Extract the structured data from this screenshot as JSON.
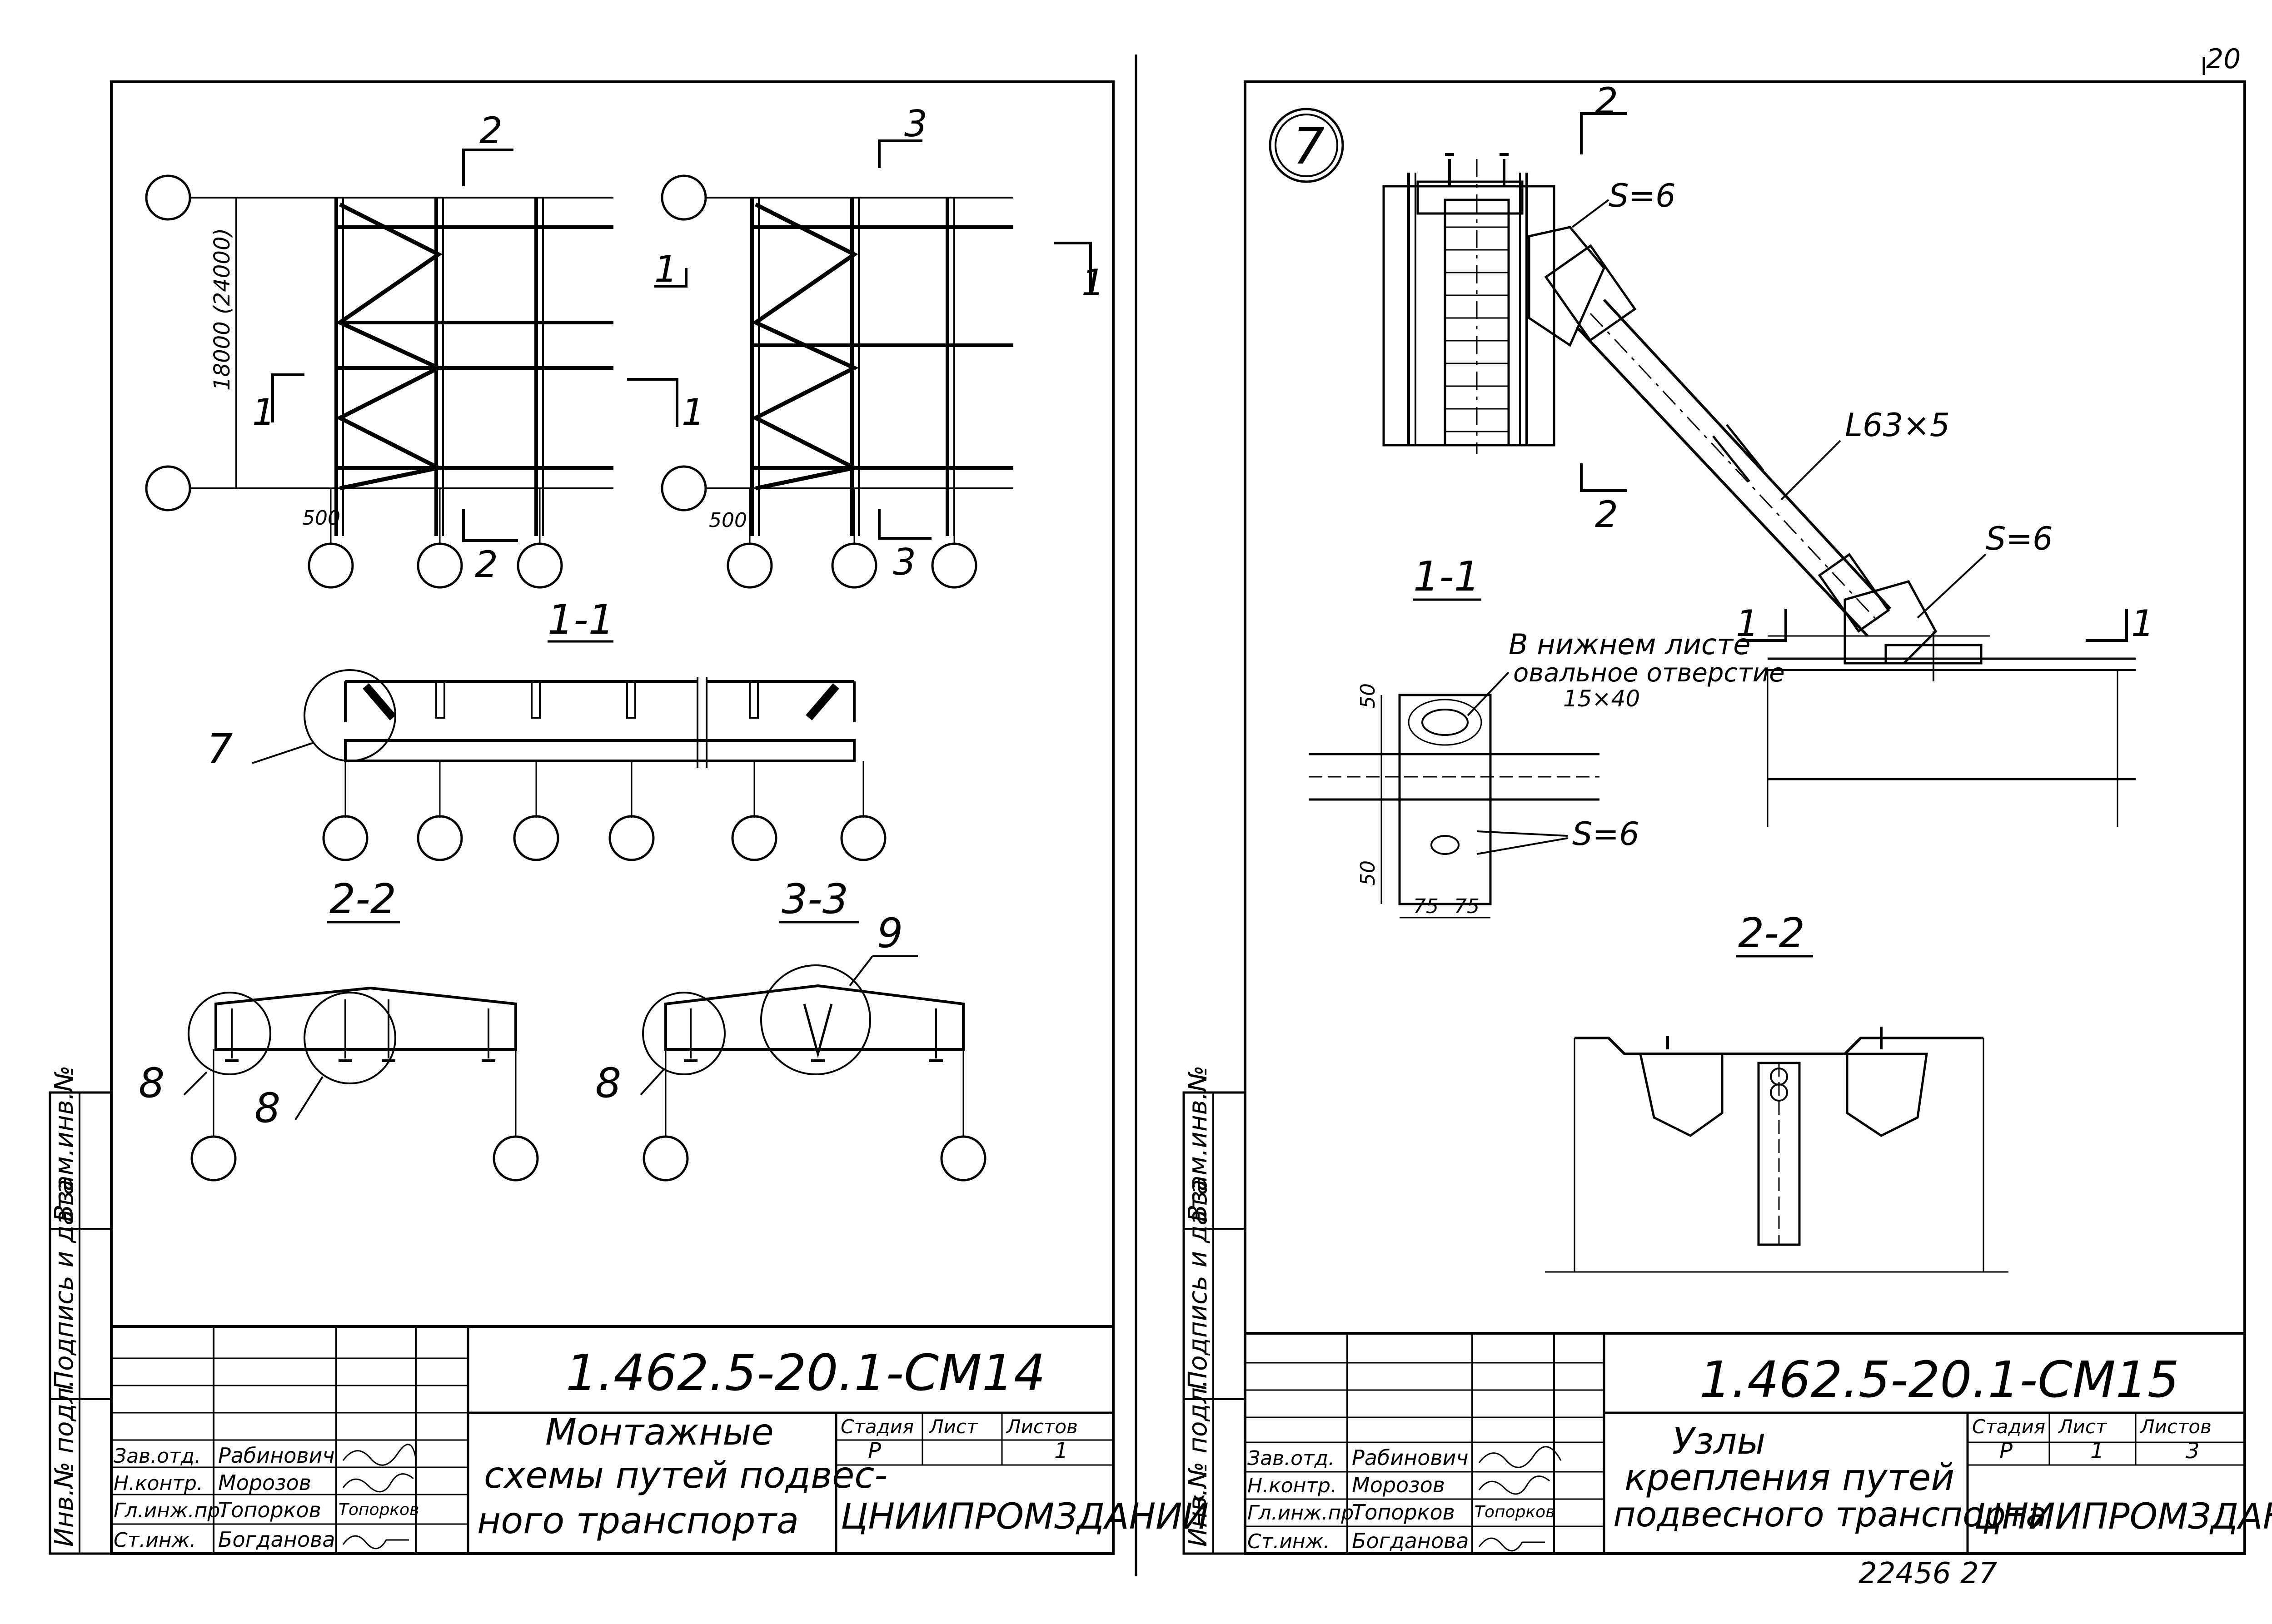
{
  "page_corner_mark": "20",
  "sheet_left": {
    "section_labels": [
      "2",
      "3",
      "1",
      "1",
      "1",
      "1",
      "2",
      "3",
      "1-1",
      "2-2",
      "3-3"
    ],
    "dimensions": {
      "span": "18000 (24000)",
      "offset_1": "500",
      "offset_2": "500"
    },
    "callouts": [
      "7",
      "8",
      "8",
      "8",
      "9"
    ],
    "stamp": {
      "code": "1.462.5-20.1-CM14",
      "title_lines": [
        "Монтажные",
        "схемы путей подвес-",
        "ного транспорта"
      ],
      "stage_label": "Стадия",
      "sheet_label": "Лист",
      "sheets_label": "Листов",
      "stage": "Р",
      "sheet": "",
      "sheets": "1",
      "org": "ЦНИИПРОМЗДАНИЙ",
      "roles": [
        "Зав.отд.",
        "Н.контр.",
        "Гл.инж.пр.",
        "Ст.инж."
      ],
      "names": [
        "Рабинович",
        "Морозов",
        "Топорков",
        "Богданова"
      ],
      "signatures": [
        "",
        "",
        "Топорков",
        ""
      ]
    },
    "side_strip": [
      "Взам.инв.№",
      "Подпись и дата",
      "Инв.№ подл."
    ]
  },
  "sheet_right": {
    "node_number": "7",
    "labels": {
      "s1": "S=6",
      "s2": "S=6",
      "s3": "S=6",
      "angle": "L63×5"
    },
    "section_labels": [
      "2",
      "2",
      "1",
      "1",
      "1-1",
      "2-2"
    ],
    "note_lines": [
      "В нижнем листе",
      "овальное отверстие",
      "15×40"
    ],
    "dimensions": {
      "d50a": "50",
      "d50b": "50",
      "d75a": "75",
      "d75b": "75"
    },
    "stamp": {
      "code": "1.462.5-20.1-CM15",
      "title_lines": [
        "Узлы",
        "крепления путей",
        "подвесного транспорта"
      ],
      "stage_label": "Стадия",
      "sheet_label": "Лист",
      "sheets_label": "Листов",
      "stage": "Р",
      "sheet": "1",
      "sheets": "3",
      "org": "ЦНИИПРОМЗДАНИЙ",
      "roles": [
        "Зав.отд.",
        "Н.контр.",
        "Гл.инж.пр.",
        "Ст.инж."
      ],
      "names": [
        "Рабинович",
        "Морозов",
        "Топорков",
        "Богданова"
      ],
      "signatures": [
        "",
        "",
        "Топорков",
        ""
      ]
    },
    "side_strip": [
      "Взам.инв.№",
      "Подпись и дата",
      "Инв.№ подл."
    ],
    "archive_number": "22456 27"
  }
}
